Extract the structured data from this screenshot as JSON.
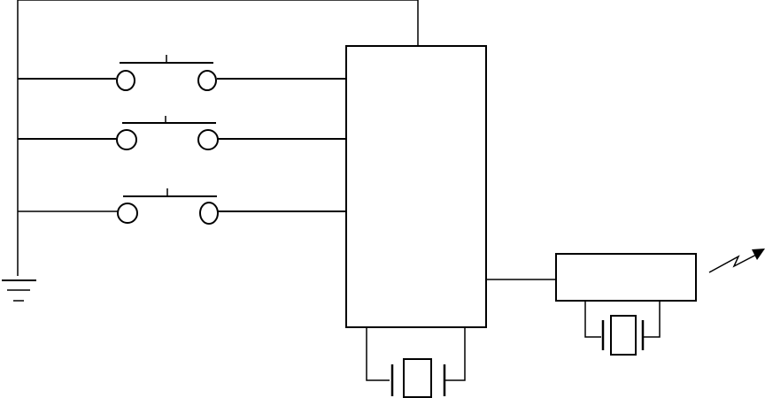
{
  "diagram": {
    "kind": "schematic",
    "stroke_color": "#000000",
    "background_color": "#ffffff",
    "components": [
      {
        "id": "switch-1",
        "type": "push-button-switch"
      },
      {
        "id": "switch-2",
        "type": "push-button-switch"
      },
      {
        "id": "switch-3",
        "type": "push-button-switch"
      },
      {
        "id": "ground",
        "type": "ground-symbol"
      },
      {
        "id": "controller",
        "type": "block"
      },
      {
        "id": "controller-crystal",
        "type": "crystal-oscillator"
      },
      {
        "id": "transmitter",
        "type": "block"
      },
      {
        "id": "transmitter-crystal",
        "type": "crystal-oscillator"
      },
      {
        "id": "wireless-output",
        "type": "radio-signal-arrow"
      }
    ],
    "texts": []
  }
}
